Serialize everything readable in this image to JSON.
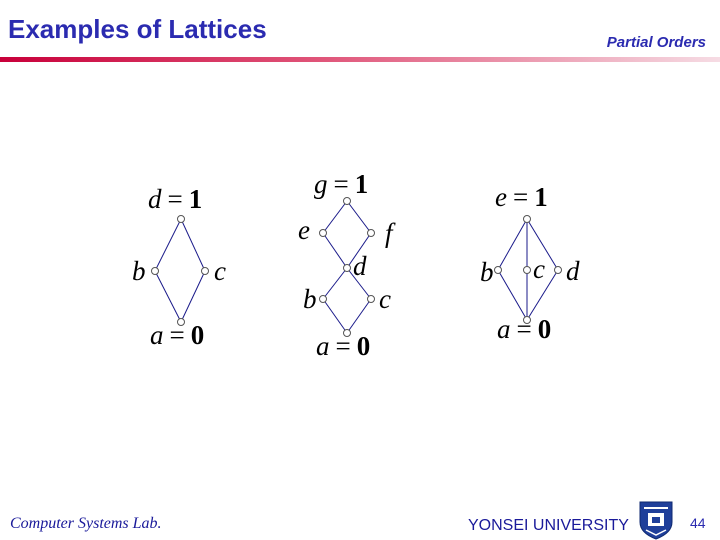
{
  "header": {
    "title": "Examples of Lattices",
    "section": "Partial Orders"
  },
  "footer": {
    "lab": "Computer Systems Lab.",
    "university": "YONSEI UNIVERSITY",
    "page_number": "44"
  },
  "lattices": [
    {
      "top_var": "d",
      "top_val": "1",
      "bottom_var": "a",
      "bottom_val": "0",
      "middle": [
        "b",
        "c"
      ]
    },
    {
      "top_var": "g",
      "top_val": "1",
      "bottom_var": "a",
      "bottom_val": "0",
      "upper": [
        "e",
        "f"
      ],
      "center": "d",
      "lower": [
        "b",
        "c"
      ]
    },
    {
      "top_var": "e",
      "top_val": "1",
      "bottom_var": "a",
      "bottom_val": "0",
      "middle": [
        "b",
        "c",
        "d"
      ]
    }
  ],
  "colors": {
    "title": "#2b2bb0",
    "rule_start": "#c8003a",
    "footer_text": "#1a1a9a",
    "logo_blue": "#1f3f9a"
  }
}
